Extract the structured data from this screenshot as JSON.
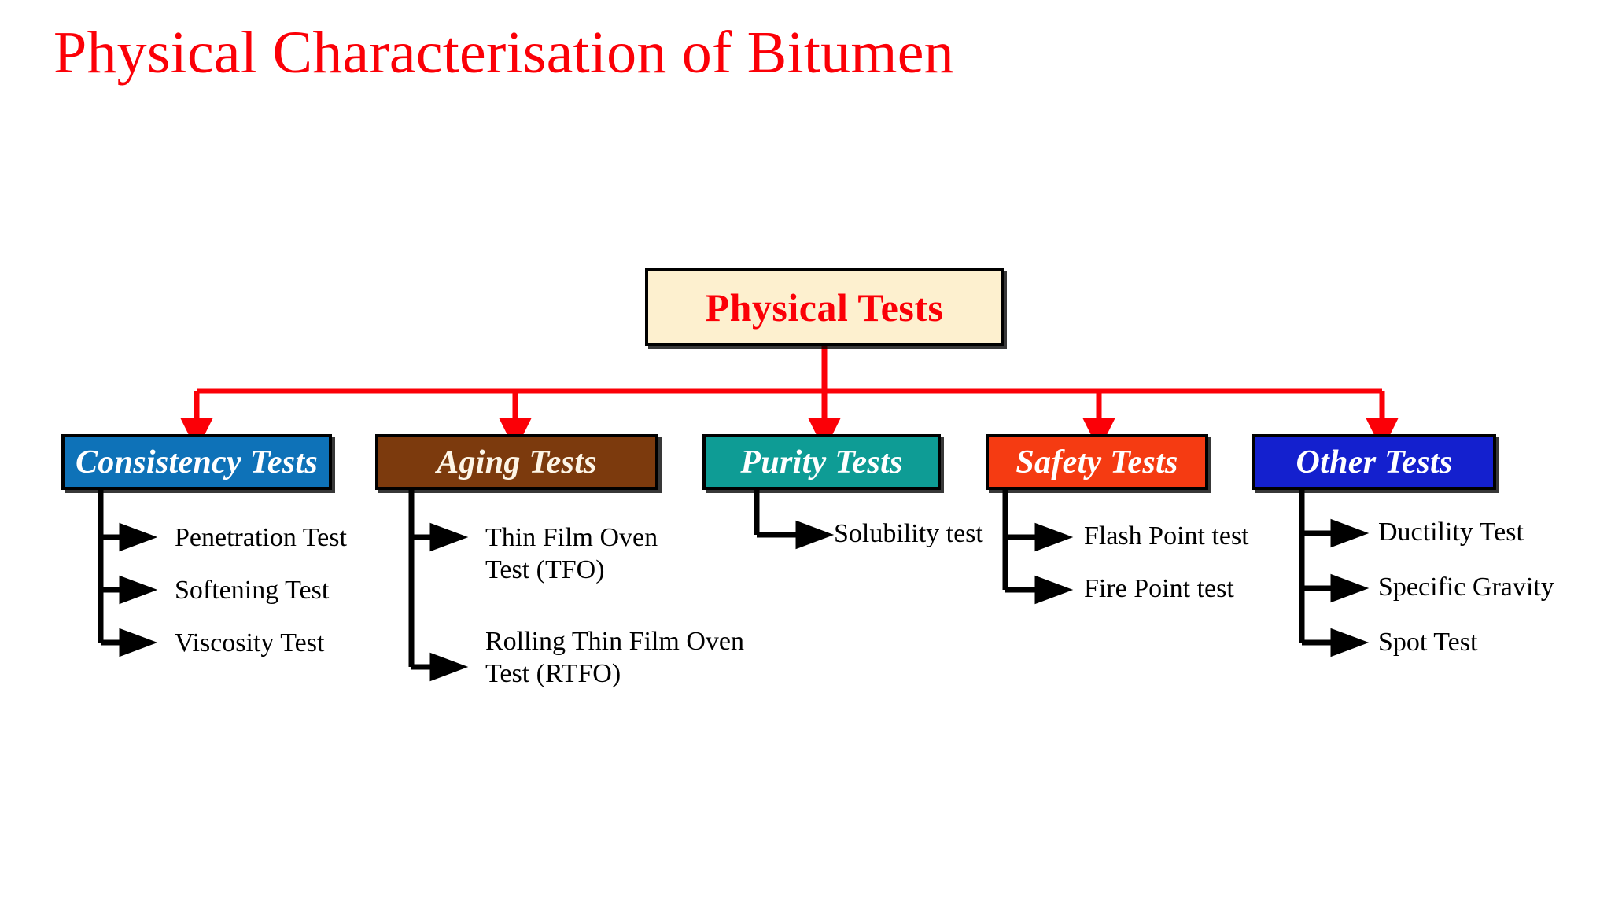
{
  "slide": {
    "title": "Physical Characterisation of Bitumen",
    "title_color": "#fb0007",
    "background": "#ffffff"
  },
  "diagram": {
    "type": "tree",
    "connector_color_primary": "#fb0007",
    "connector_color_secondary": "#000000",
    "root": {
      "label": "Physical Tests",
      "fill": "#fdf0cf",
      "text_color": "#fb0007",
      "border_color": "#000000"
    },
    "categories": [
      {
        "label": "Consistency Tests",
        "fill": "#0e72b8",
        "text_color": "#ffffff",
        "border_color": "#000000",
        "leaves": [
          {
            "label": "Penetration Test"
          },
          {
            "label": "Softening Test"
          },
          {
            "label": "Viscosity Test"
          }
        ]
      },
      {
        "label": "Aging Tests",
        "fill": "#7c3a0d",
        "text_color": "#fdf5e6",
        "border_color": "#000000",
        "leaves": [
          {
            "label": "Thin Film Oven\nTest (TFO)"
          },
          {
            "label": "Rolling Thin Film Oven\nTest (RTFO)"
          }
        ]
      },
      {
        "label": "Purity Tests",
        "fill": "#0e9c95",
        "text_color": "#ffffff",
        "border_color": "#000000",
        "leaves": [
          {
            "label": "Solubility test"
          }
        ]
      },
      {
        "label": "Safety Tests",
        "fill": "#f53b12",
        "text_color": "#ffffff",
        "border_color": "#000000",
        "leaves": [
          {
            "label": "Flash Point test"
          },
          {
            "label": "Fire Point test"
          }
        ]
      },
      {
        "label": "Other Tests",
        "fill": "#1420ce",
        "text_color": "#ffffff",
        "border_color": "#000000",
        "leaves": [
          {
            "label": "Ductility Test"
          },
          {
            "label": "Specific Gravity"
          },
          {
            "label": "Spot Test"
          }
        ]
      }
    ]
  }
}
